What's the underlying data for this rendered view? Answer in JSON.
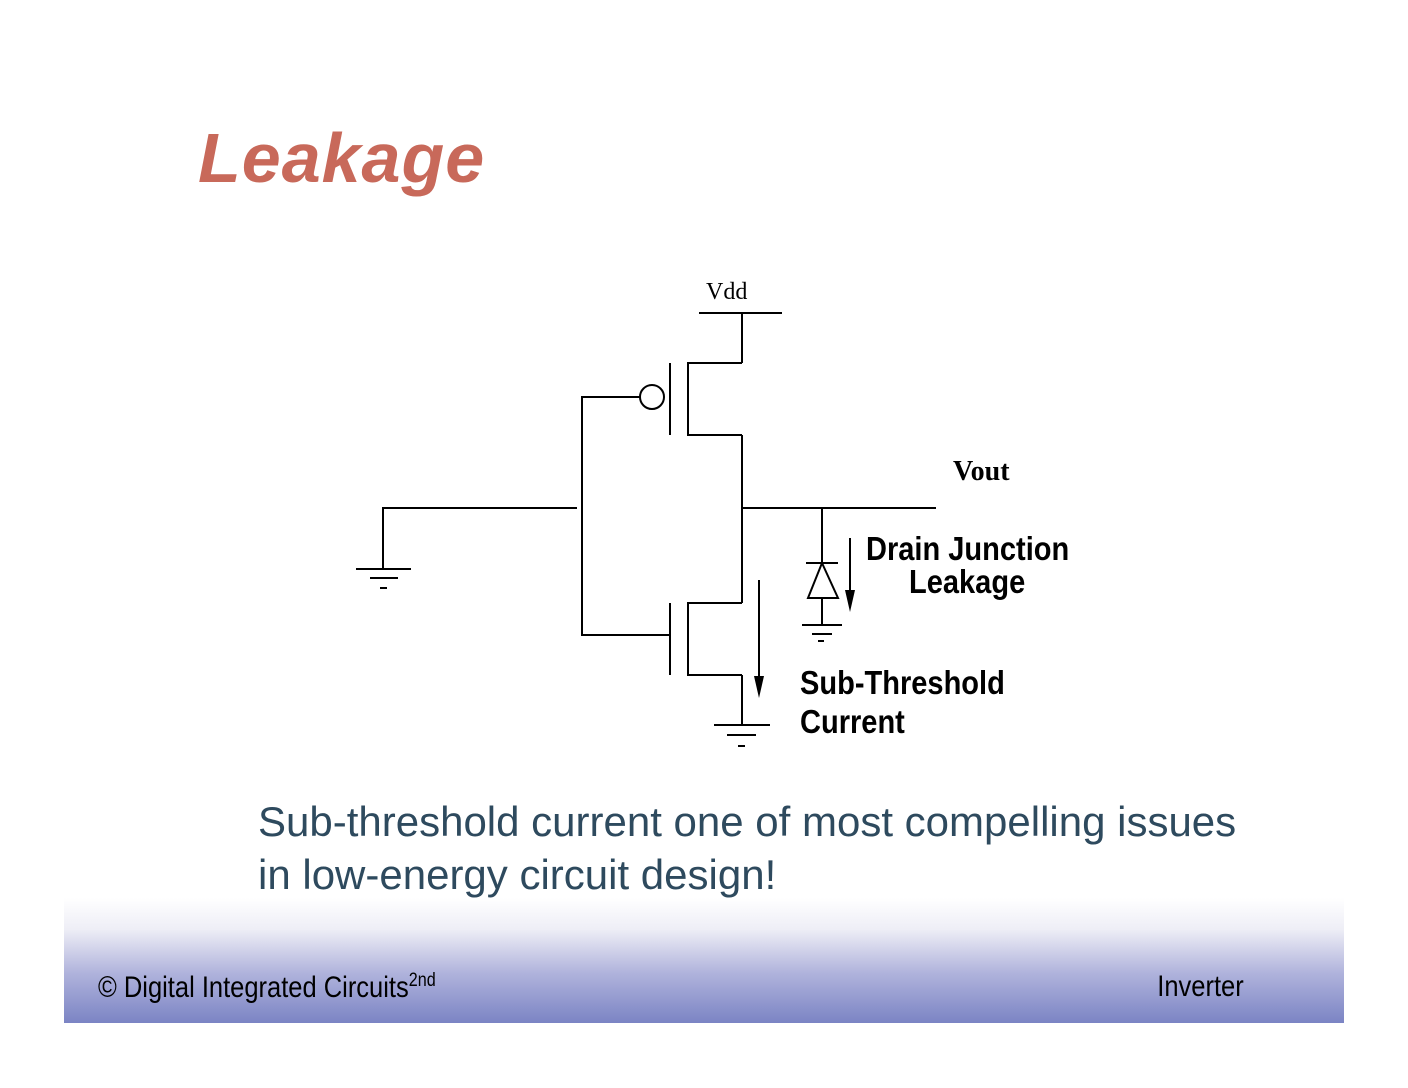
{
  "slide": {
    "title": "Leakage",
    "body_line1": "Sub-threshold current one of most compelling issues",
    "body_line2": "in low-energy circuit design!"
  },
  "diagram": {
    "vdd_label": "Vdd",
    "vout_label": "Vout",
    "drain_label_line1": "Drain Junction",
    "drain_label_line2": "Leakage",
    "subthreshold_label_line1": "Sub-Threshold",
    "subthreshold_label_line2": "Current"
  },
  "footer": {
    "left_text": "© Digital Integrated Circuits",
    "left_superscript": "2nd",
    "right_text": "Inverter"
  },
  "colors": {
    "title": "#c8695a",
    "body": "#2e4a5e",
    "footer_gradient_bottom": "#7b84c4"
  }
}
